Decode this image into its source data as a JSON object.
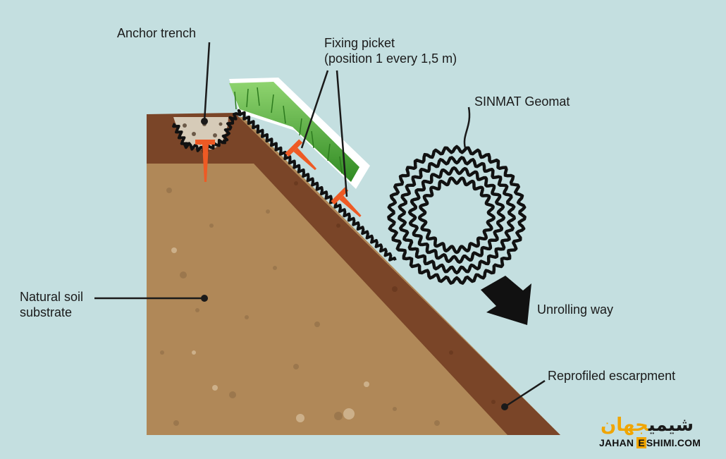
{
  "colors": {
    "background": "#c4dfe0",
    "soil_light": "#b08858",
    "soil_dark": "#7a4528",
    "picket": "#ee5a24",
    "geomat": "#111111",
    "grass": "#4caf3a",
    "logo_accent": "#f0a500"
  },
  "labels": {
    "anchor_trench": "Anchor trench",
    "fixing_picket_line1": "Fixing picket",
    "fixing_picket_line2": "(position 1 every 1,5 m)",
    "geomat": "SINMAT Geomat",
    "unrolling": "Unrolling way",
    "natural_soil_line1": "Natural soil",
    "natural_soil_line2": "substrate",
    "escarpment": "Reprofiled escarpment"
  },
  "logo": {
    "arabic_main": "شیمی",
    "arabic_accent": "جهان",
    "latin_left": "JAHAN",
    "latin_e": "E",
    "latin_right": "SHIMI.COM"
  }
}
